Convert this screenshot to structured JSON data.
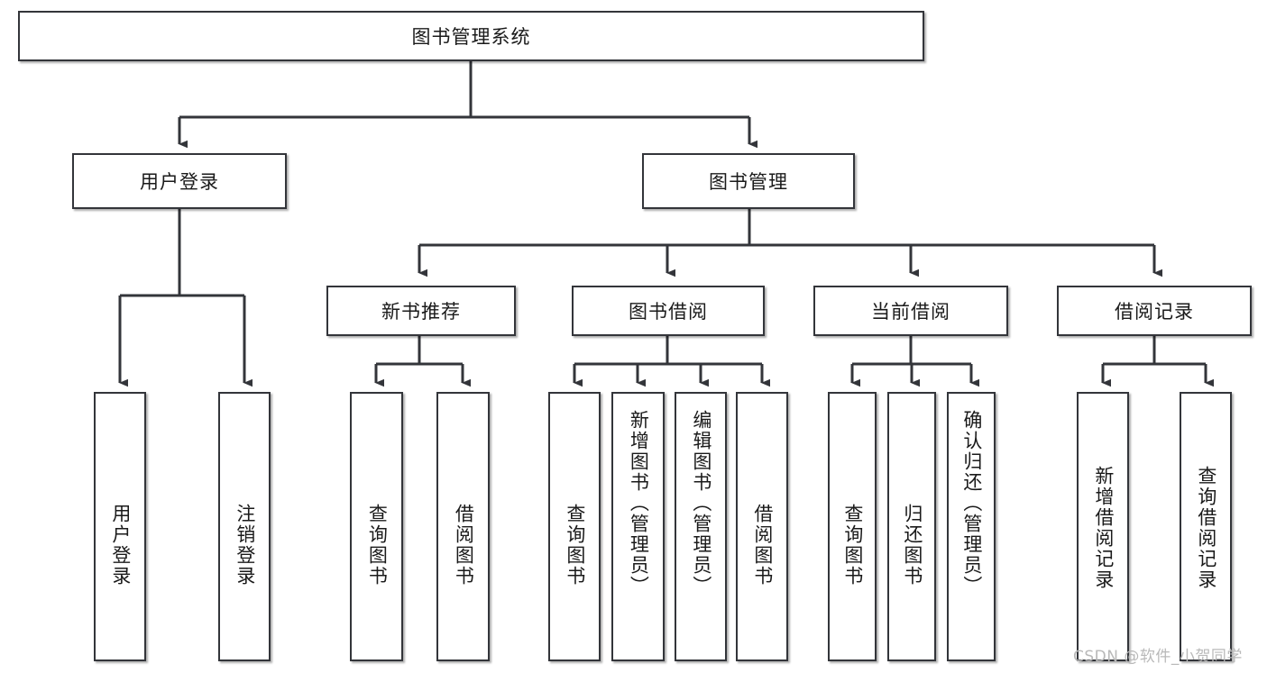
{
  "diagram": {
    "type": "tree",
    "title": "图书管理系统",
    "root": {
      "id": "root",
      "label": "图书管理系统"
    },
    "level2": [
      {
        "id": "user-login",
        "label": "用户登录"
      },
      {
        "id": "book-manage",
        "label": "图书管理"
      }
    ],
    "level3": [
      {
        "id": "new-book-rec",
        "label": "新书推荐",
        "parent": "book-manage"
      },
      {
        "id": "book-borrow",
        "label": "图书借阅",
        "parent": "book-manage"
      },
      {
        "id": "current-borrow",
        "label": "当前借阅",
        "parent": "book-manage"
      },
      {
        "id": "borrow-record",
        "label": "借阅记录",
        "parent": "book-manage"
      }
    ],
    "leaves": [
      {
        "id": "leaf-user-login",
        "label": "用户登录",
        "parent": "user-login"
      },
      {
        "id": "leaf-logout",
        "label": "注销登录",
        "parent": "user-login"
      },
      {
        "id": "leaf-query-book-1",
        "label": "查询图书",
        "parent": "new-book-rec"
      },
      {
        "id": "leaf-borrow-book-1",
        "label": "借阅图书",
        "parent": "new-book-rec"
      },
      {
        "id": "leaf-query-book-2",
        "label": "查询图书",
        "parent": "book-borrow"
      },
      {
        "id": "leaf-add-book",
        "label": "新增图书（管理员）",
        "parent": "book-borrow"
      },
      {
        "id": "leaf-edit-book",
        "label": "编辑图书（管理员）",
        "parent": "book-borrow"
      },
      {
        "id": "leaf-borrow-book-2",
        "label": "借阅图书",
        "parent": "book-borrow"
      },
      {
        "id": "leaf-query-book-3",
        "label": "查询图书",
        "parent": "current-borrow"
      },
      {
        "id": "leaf-return-book",
        "label": "归还图书",
        "parent": "current-borrow"
      },
      {
        "id": "leaf-confirm-return",
        "label": "确认归还（管理员）",
        "parent": "current-borrow"
      },
      {
        "id": "leaf-add-record",
        "label": "新增借阅记录",
        "parent": "borrow-record"
      },
      {
        "id": "leaf-query-record",
        "label": "查询借阅记录",
        "parent": "borrow-record"
      }
    ],
    "watermark": "CSDN @软件_小贺同学",
    "colors": {
      "stroke": "#33353a",
      "fill": "#ffffff",
      "text": "#1a1a1a",
      "watermark": "#b9b9b9"
    }
  }
}
